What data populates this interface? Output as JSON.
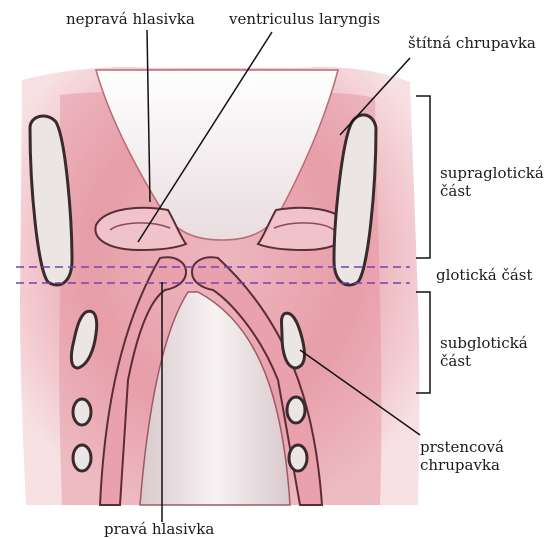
{
  "labels": {
    "false_vocal_fold": "nepravá hlasivka",
    "ventricle": "ventriculus laryngis",
    "thyroid_cartilage": "štítná chrupavka",
    "supraglottic_line1": "supraglotická",
    "supraglottic_line2": "část",
    "glottic": "glotická část",
    "subglottic_line1": "subglotická",
    "subglottic_line2": "část",
    "cricoid_line1": "prstencová",
    "cricoid_line2": "chrupavka",
    "true_vocal_fold": "pravá hlasivka"
  },
  "colors": {
    "tissue_outer": "#f2c7cd",
    "tissue_mid": "#e79aa5",
    "tissue_dark": "#d36f80",
    "lumen": "#f4eef0",
    "lumen_shadow": "#dcd2d5",
    "cartilage_fill": "#ebe5e3",
    "cartilage_outline": "#3a2a2e",
    "glottic_line": "#7a3fb0",
    "leader_line": "#111111"
  }
}
